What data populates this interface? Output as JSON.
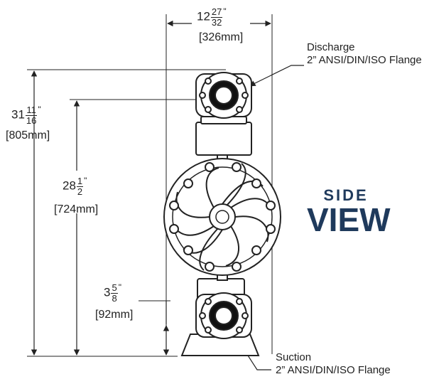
{
  "dimensions": {
    "width": {
      "whole": "12",
      "num": "27",
      "den": "32",
      "unit": "\"",
      "metric": "[326mm]"
    },
    "overall_height": {
      "whole": "31",
      "num": "11",
      "den": "16",
      "unit": "\"",
      "metric": "[805mm]"
    },
    "discharge_height": {
      "whole": "28",
      "num": "1",
      "den": "2",
      "unit": "\"",
      "metric": "[724mm]"
    },
    "suction_height": {
      "whole": "3",
      "num": "5",
      "den": "8",
      "unit": "\"",
      "metric": "[92mm]"
    }
  },
  "callouts": {
    "discharge": {
      "title": "Discharge",
      "spec": "2” ANSI/DIN/ISO Flange"
    },
    "suction": {
      "title": "Suction",
      "spec": "2” ANSI/DIN/ISO Flange"
    }
  },
  "view_label": {
    "line1": "SIDE",
    "line2": "VIEW"
  },
  "colors": {
    "line": "#222222",
    "view_label": "#1f3a5c",
    "body_fill": "#ffffff",
    "port_fill": "#111111"
  }
}
